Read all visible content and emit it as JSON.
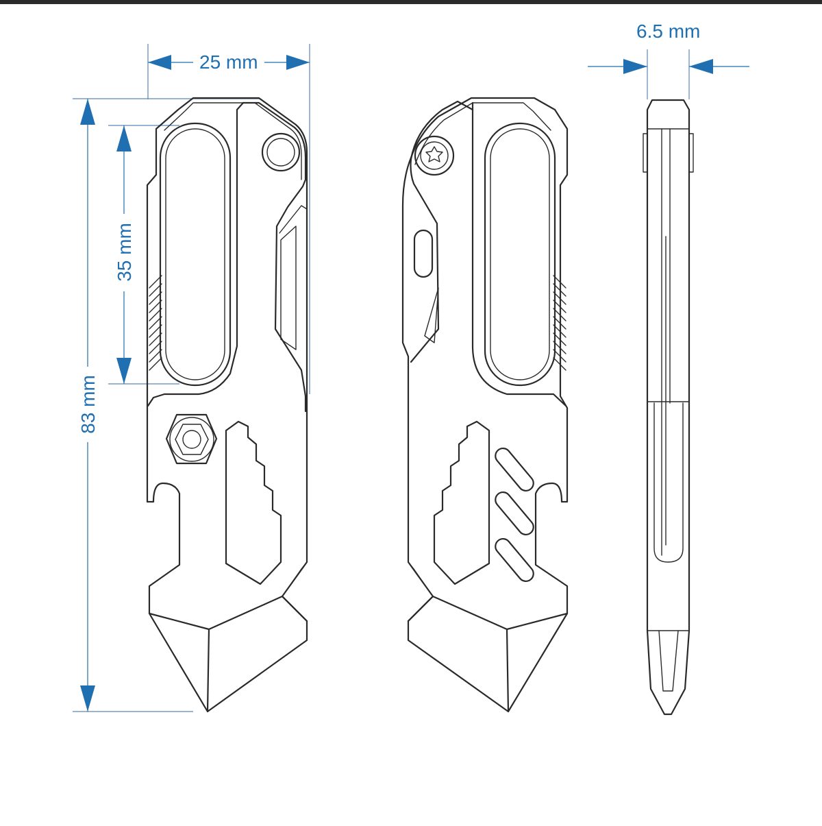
{
  "colors": {
    "line": "#2a2a2a",
    "dimension": "#1f6fb1",
    "extension": "#5b86b5",
    "top_bar": "#2b2b2b",
    "background": "#ffffff"
  },
  "dimensions": {
    "width": "25 mm",
    "height_total": "83 mm",
    "handle_slot": "35 mm",
    "thickness": "6.5 mm"
  },
  "views": [
    "front-view",
    "back-view",
    "side-view"
  ]
}
